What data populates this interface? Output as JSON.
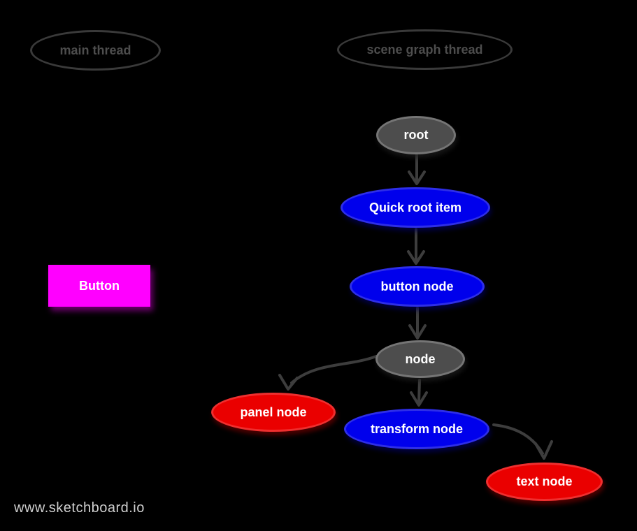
{
  "page": {
    "background": "#000000"
  },
  "threads": [
    {
      "id": "main-thread",
      "label": "main thread"
    },
    {
      "id": "scene-graph-thread",
      "label": "scene graph thread"
    }
  ],
  "button": {
    "label": "Button"
  },
  "nodes": [
    {
      "id": "root",
      "label": "root",
      "color": "gray"
    },
    {
      "id": "quick-root-item",
      "label": "Quick root item",
      "color": "blue"
    },
    {
      "id": "button-node",
      "label": "button node",
      "color": "blue"
    },
    {
      "id": "node",
      "label": "node",
      "color": "gray"
    },
    {
      "id": "panel-node",
      "label": "panel node",
      "color": "red"
    },
    {
      "id": "transform-node",
      "label": "transform node",
      "color": "blue"
    },
    {
      "id": "text-node",
      "label": "text node",
      "color": "red"
    }
  ],
  "edges": [
    {
      "from": "root",
      "to": "quick-root-item"
    },
    {
      "from": "quick-root-item",
      "to": "button-node"
    },
    {
      "from": "button-node",
      "to": "node"
    },
    {
      "from": "node",
      "to": "panel-node"
    },
    {
      "from": "node",
      "to": "transform-node"
    },
    {
      "from": "transform-node",
      "to": "text-node"
    }
  ],
  "watermark": {
    "label": "www.sketchboard.io",
    "color": "#cfcfcf"
  },
  "colors": {
    "node_blue": "#0000ec",
    "node_red": "#ea0000",
    "node_gray": "#4d4d4d",
    "button_magenta": "#ff00ff",
    "lane_outline": "#3a3a3a",
    "lane_text": "#4d4d4d",
    "arrow": "#3d3d3d",
    "node_text": "#ffffff",
    "watermark_text": "#cfcfcf",
    "background": "#000000"
  }
}
